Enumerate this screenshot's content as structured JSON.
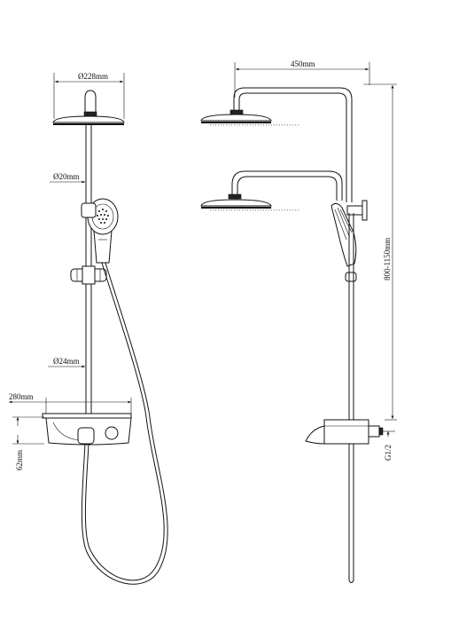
{
  "drawing": {
    "front_view": {
      "head_diameter": "Ø228mm",
      "upper_pipe_diameter": "Ø20mm",
      "lower_pipe_diameter": "Ø24mm",
      "shelf_width": "280mm",
      "shelf_height": "62mm"
    },
    "side_view": {
      "arm_length": "450mm",
      "height_range": "800-1150mm",
      "thread": "G1/2"
    },
    "colors": {
      "line": "#111111",
      "background": "#ffffff"
    }
  }
}
